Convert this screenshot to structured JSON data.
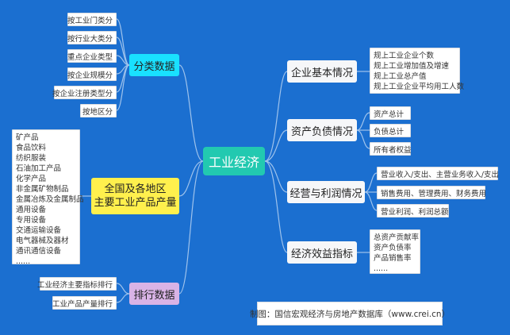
{
  "center": "工业经济",
  "left": {
    "classified": {
      "label": "分类数据",
      "items": [
        "按工业门类分",
        "按行业大类分",
        "重点企业类型",
        "按企业规模分",
        "按企业注册类型分",
        "按地区分"
      ]
    },
    "products": {
      "label_line1": "全国及各地区",
      "label_line2": "主要工业产品产量",
      "items": [
        "矿产品",
        "食品饮料",
        "纺织服装",
        "石油加工产品",
        "化学产品",
        "非金属矿物制品",
        "金属冶炼及金属制品",
        "通用设备",
        "专用设备",
        "交通运输设备",
        "电气器械及器材",
        "通讯通信设备",
        "......"
      ]
    },
    "ranking": {
      "label": "排行数据",
      "items": [
        "工业经济主要指标排行",
        "工业产品产量排行"
      ]
    }
  },
  "right": {
    "basic": {
      "label": "企业基本情况",
      "items": [
        "规上工业企业个数",
        "规上工业增加值及增速",
        "规上工业总产值",
        "规上工业企业平均用工人数"
      ]
    },
    "assets": {
      "label": "资产负债情况",
      "items": [
        "资产总计",
        "负债总计",
        "所有者权益"
      ]
    },
    "profit": {
      "label": "经营与利润情况",
      "items": [
        "营业收入/支出、主营业务收入/支出",
        "销售费用、管理费用、财务费用",
        "营业利润、利润总额"
      ]
    },
    "efficiency": {
      "label": "经济效益指标",
      "items": [
        "总资产贡献率",
        "资产负债率",
        "产品销售率",
        "......"
      ]
    }
  },
  "footer": "制图：国信宏观经济与房地产数据库（www.crei.cn）",
  "colors": {
    "background": "#1b6fd0",
    "center": "#22c9b0",
    "classified": "#19e1ff",
    "products": "#fff04d",
    "ranking": "#d9b3e6",
    "connector": "#9fc3ec"
  }
}
